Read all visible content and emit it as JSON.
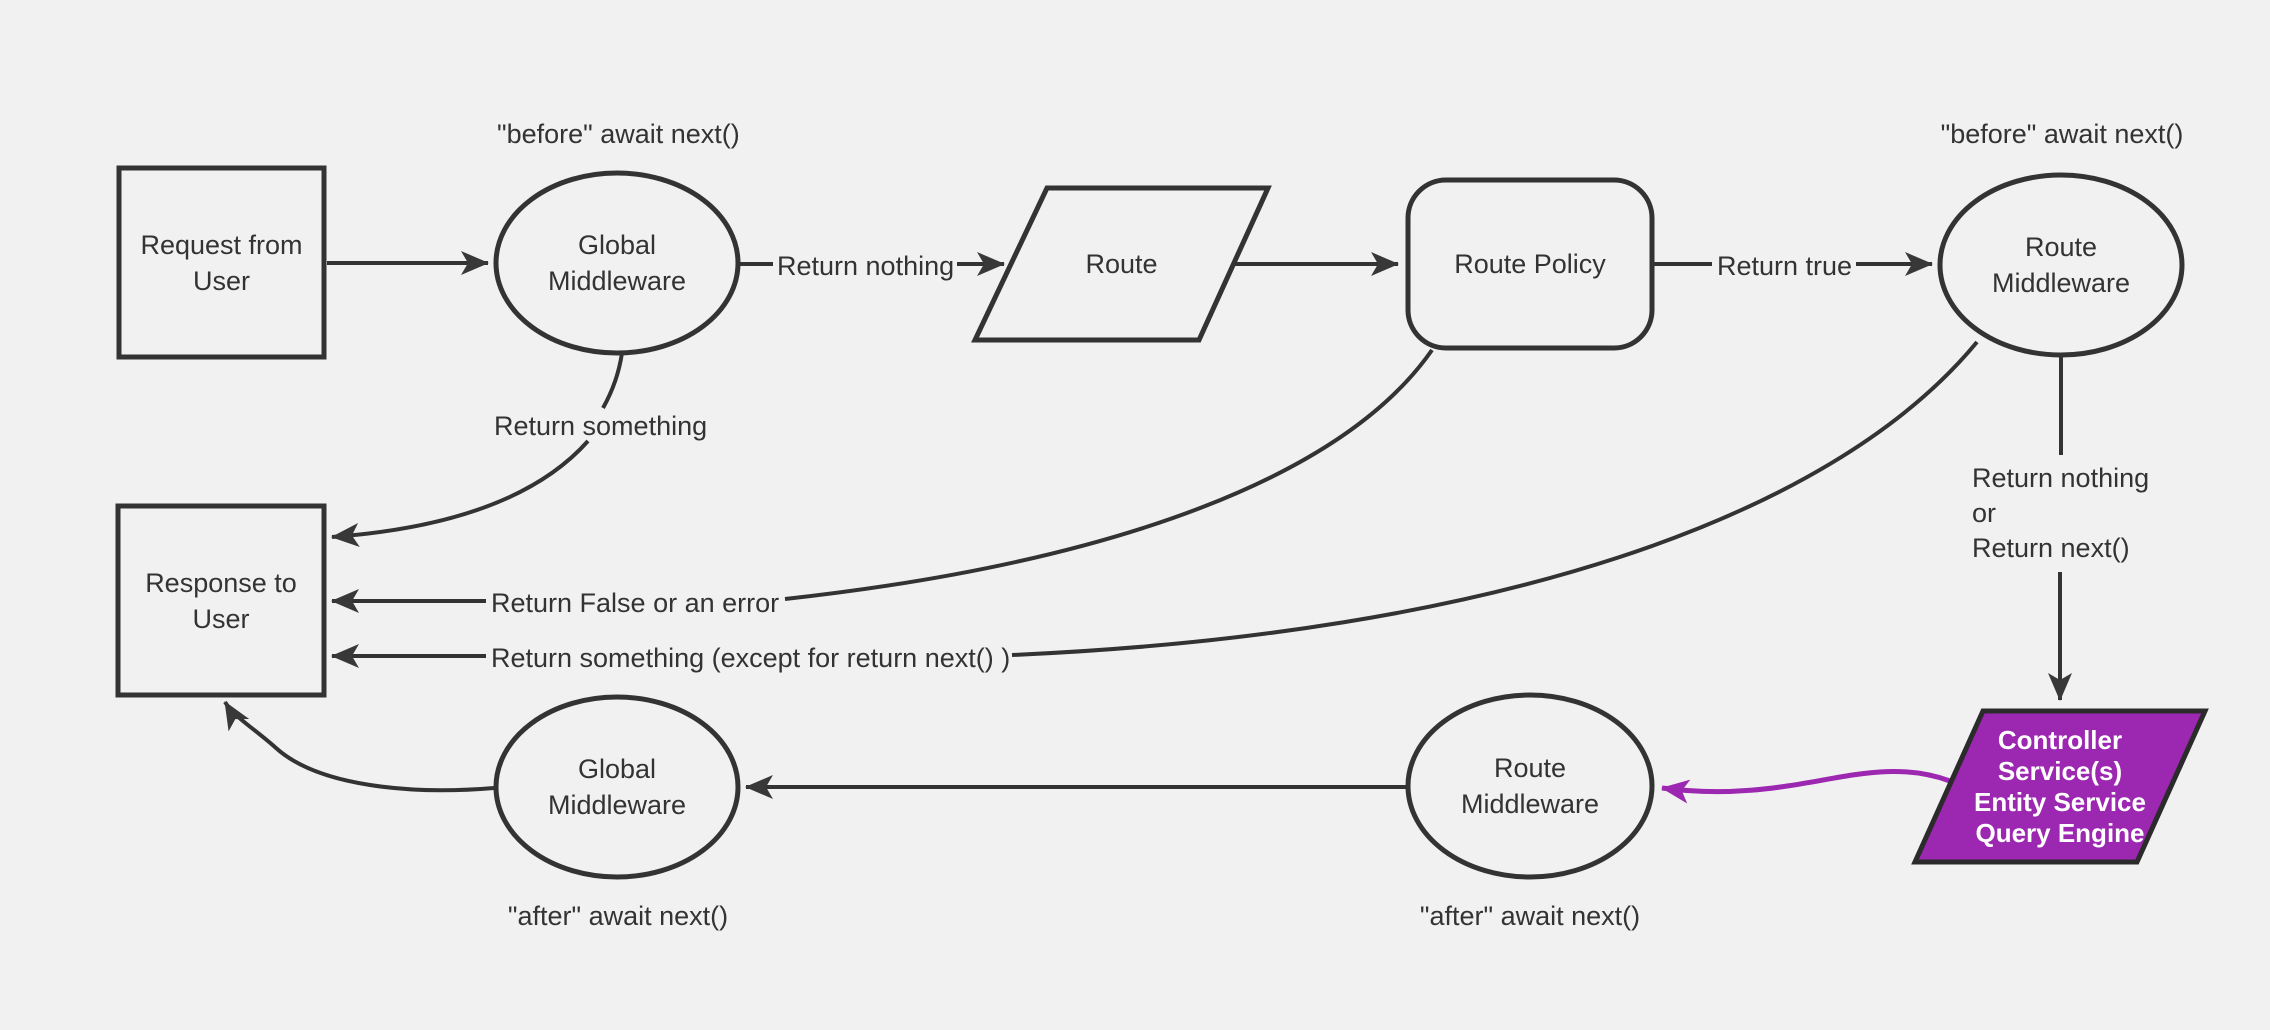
{
  "canvas": {
    "background_color": "#f1f1f1",
    "line_color": "#333333",
    "arrowhead_color": "#383838",
    "accent_purple": "#9c27b0",
    "controller_text_color": "#ffffff"
  },
  "nodes": {
    "request": {
      "label": "Request from User",
      "shape": "rectangle"
    },
    "global_middleware_top": {
      "label": "Global Middleware",
      "shape": "ellipse"
    },
    "route": {
      "label": "Route",
      "shape": "parallelogram"
    },
    "route_policy": {
      "label": "Route Policy",
      "shape": "rounded-rectangle"
    },
    "route_middleware_top": {
      "label": "Route Middleware",
      "shape": "ellipse"
    },
    "response": {
      "label": "Response to User",
      "shape": "rectangle"
    },
    "route_middleware_bottom": {
      "label": "Route Middleware",
      "shape": "ellipse"
    },
    "global_middleware_bottom": {
      "label": "Global Middleware",
      "shape": "ellipse"
    },
    "controller": {
      "lines": [
        "Controller",
        "Service(s)",
        "Entity Service",
        "Query Engine"
      ],
      "shape": "parallelogram",
      "fill": "#9c27b0"
    }
  },
  "annotations": {
    "before_left": "\"before\" await next()",
    "before_right": "\"before\" await next()",
    "after_left": "\"after\" await next()",
    "after_right": "\"after\" await next()"
  },
  "edge_labels": {
    "return_nothing": "Return nothing",
    "return_true": "Return true",
    "return_something": "Return something",
    "return_false": "Return False or an error",
    "return_except": "Return something (except for return next() )",
    "return_nothing_or": [
      "Return nothing",
      "or",
      "Return next()"
    ]
  }
}
